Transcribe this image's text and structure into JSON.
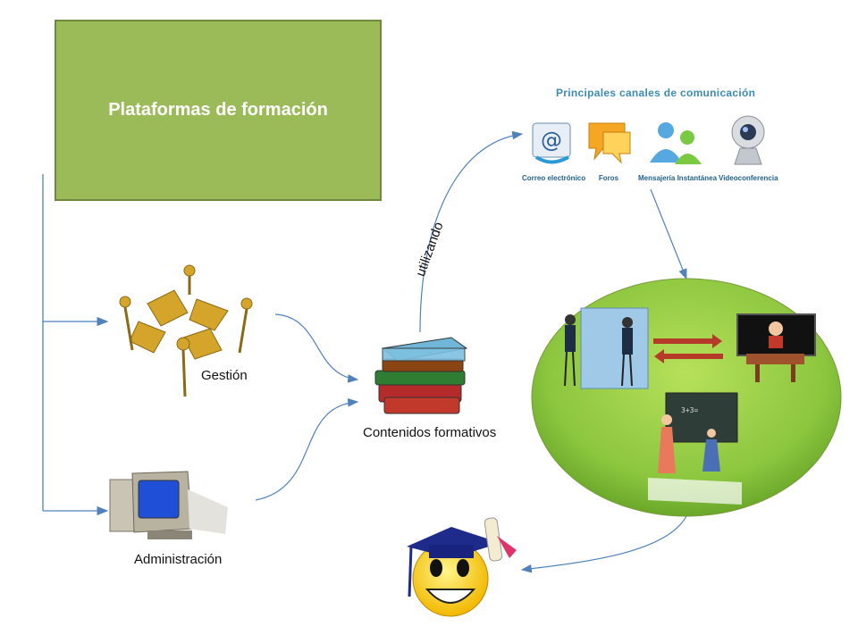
{
  "title": "Plataformas de formación",
  "labels": {
    "gestion": "Gestión",
    "administracion": "Administración",
    "contenidos": "Contenidos formativos",
    "utilizando": "utilizando"
  },
  "channels": {
    "title": "Principales canales de comunicación",
    "items": [
      {
        "label": "Correo electrónico",
        "icon": "email-icon"
      },
      {
        "label": "Foros",
        "icon": "forum-icon"
      },
      {
        "label": "Mensajería Instantánea",
        "icon": "messenger-icon"
      },
      {
        "label": "Videoconferencia",
        "icon": "webcam-icon"
      }
    ]
  },
  "colors": {
    "title_box": "#9bbb59",
    "arrows": "#4f81bd",
    "ellipse": "#8cc63f"
  }
}
